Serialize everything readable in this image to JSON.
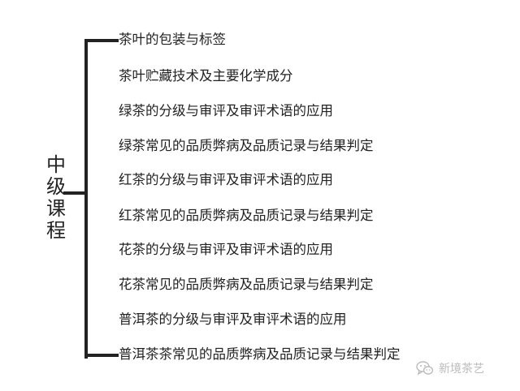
{
  "root": {
    "label_chars": [
      "中",
      "级",
      "课",
      "程"
    ]
  },
  "items": [
    "茶叶的包装与标签",
    "茶叶贮藏技术及主要化学成分",
    "绿茶的分级与审评及审评术语的应用",
    "绿茶常见的品质弊病及品质记录与结果判定",
    "红茶的分级与审评及审评术语的应用",
    "红茶常见的品质弊病及品质记录与结果判定",
    "花茶的分级与审评及审评术语的应用",
    "花茶常见的品质弊病及品质记录与结果判定",
    "普洱茶的分级与审评及审评术语的应用",
    "普洱茶茶常见的品质弊病及品质记录与结果判定"
  ],
  "watermark": {
    "text": "新境茶艺",
    "icon": "wechat-icon"
  }
}
